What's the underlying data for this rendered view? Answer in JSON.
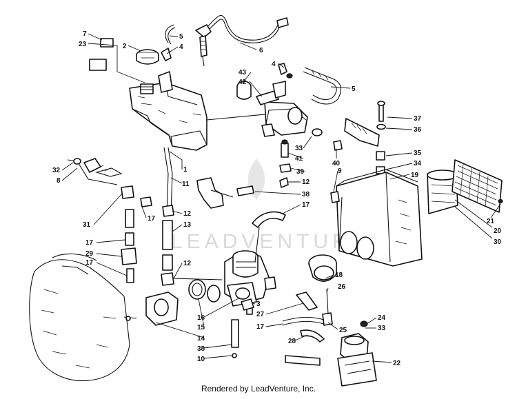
{
  "footer": {
    "credit": "Rendered by LeadVenture, Inc."
  },
  "watermark": {
    "text": "LEADVENTURE"
  },
  "callouts": {
    "c7": "7",
    "c23": "23",
    "c2": "2",
    "c5a": "5",
    "c4a": "4",
    "c6": "6",
    "c4b": "4",
    "c43": "43",
    "c42": "42",
    "c5b": "5",
    "c37": "37",
    "c36": "36",
    "c35": "35",
    "c34": "34",
    "c33a": "33",
    "c41": "41",
    "c39": "39",
    "c40": "40",
    "c9": "9",
    "c19": "19",
    "c32": "32",
    "c8": "8",
    "c1": "1",
    "c11": "11",
    "c12a": "12",
    "c38a": "38",
    "c17a": "17",
    "c21": "21",
    "c20": "20",
    "c30": "30",
    "c31": "31",
    "c17b": "17",
    "c12b": "12",
    "c13": "13",
    "c17c": "17",
    "c29": "29",
    "c17d": "17",
    "c12c": "12",
    "c18": "18",
    "c26": "26",
    "c3": "3",
    "c27": "27",
    "c16": "16",
    "c15": "15",
    "c17e": "17",
    "c25": "25",
    "c24": "24",
    "c33b": "33",
    "c14": "14",
    "c28": "28",
    "c38b": "38",
    "c10": "10",
    "c22": "22"
  }
}
